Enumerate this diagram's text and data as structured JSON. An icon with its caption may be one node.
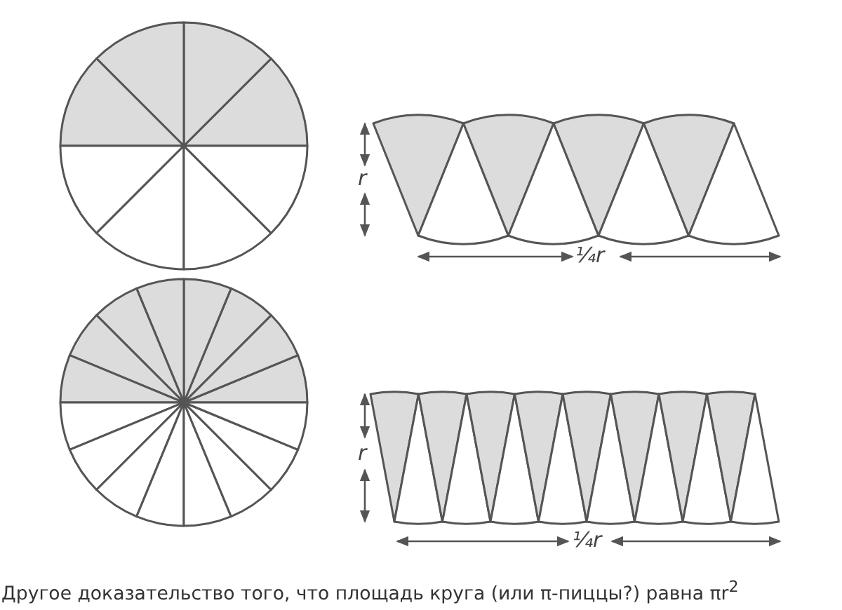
{
  "diagram": {
    "caption": "Другое доказательство того, что площадь круга (или π-пиццы?) равна πr$^{2}$",
    "labels": [
      "r",
      "¼r",
      "r",
      "¼r"
    ]
  }
}
